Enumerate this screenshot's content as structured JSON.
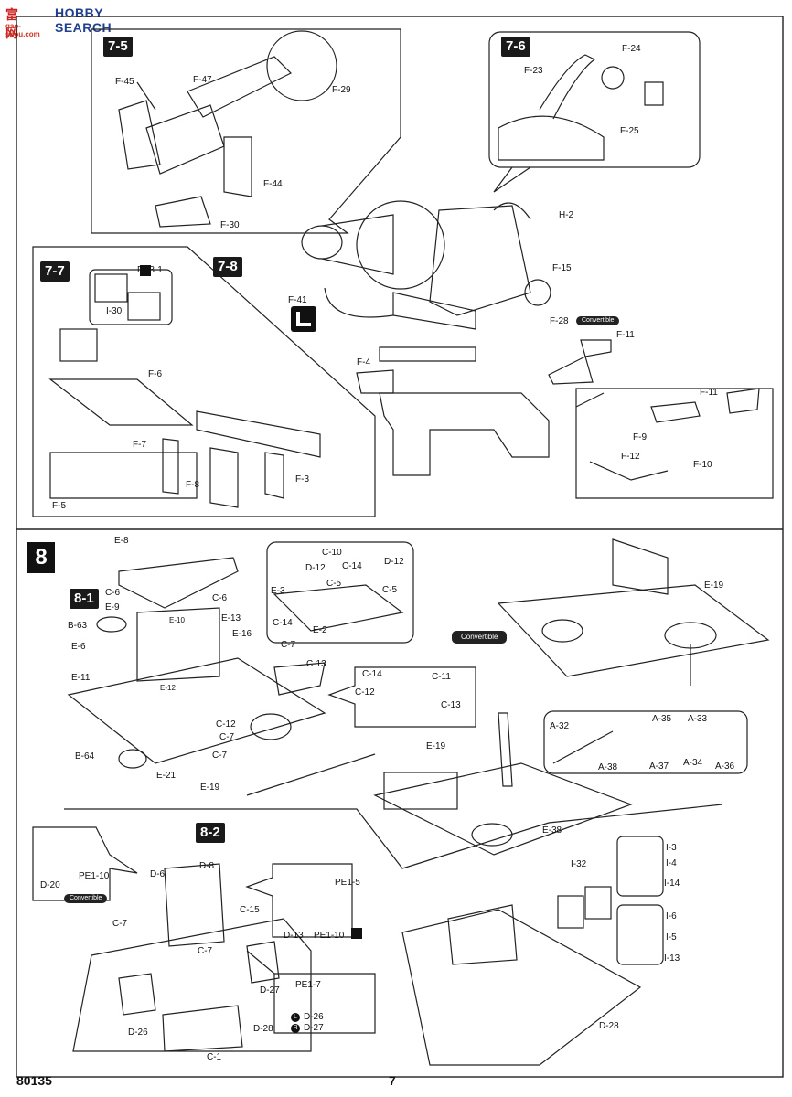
{
  "watermark": {
    "brand": "HOBBY SEARCH",
    "logo_cn": "富 网",
    "url": "gao-shou.com"
  },
  "footer": {
    "kit_number": "80135",
    "page_number": "7"
  },
  "steps": {
    "s7_5": "7-5",
    "s7_6": "7-6",
    "s7_7": "7-7",
    "s7_8": "7-8",
    "s8": "8",
    "s8_1": "8-1",
    "s8_2": "8-2"
  },
  "convertible": "Convertible",
  "parts": {
    "f45": "F-45",
    "f47": "F-47",
    "f29": "F-29",
    "f44": "F-44",
    "f30": "F-30",
    "f24": "F-24",
    "f23": "F-23",
    "f25": "F-25",
    "h2": "H-2",
    "f15": "F-15",
    "f41": "F-41",
    "f28": "F-28",
    "f11": "F-11",
    "f4": "F-4",
    "pe3_1": "PE3-1",
    "i30": "I-30",
    "f6": "F-6",
    "f7": "F-7",
    "f8": "F-8",
    "f3": "F-3",
    "f5": "F-5",
    "f11b": "F-11",
    "f9": "F-9",
    "f12": "F-12",
    "f10": "F-10",
    "e8": "E-8",
    "c6a": "C-6",
    "e9": "E-9",
    "c6b": "C-6",
    "e10": "E-10",
    "e13": "E-13",
    "b63": "B-63",
    "e6": "E-6",
    "e16": "E-16",
    "c7a": "C-7",
    "e11": "E-11",
    "e12": "E-12",
    "c13": "C-13",
    "c12a": "C-12",
    "c7b": "C-7",
    "c7c": "C-7",
    "b64": "B-64",
    "e21": "E-21",
    "e19a": "E-19",
    "c10": "C-10",
    "d12a": "D-12",
    "c14a": "C-14",
    "d12b": "D-12",
    "e3": "E-3",
    "c5a": "C-5",
    "c5b": "C-5",
    "c14b": "C-14",
    "e2": "E-2",
    "c14c": "C-14",
    "c11": "C-11",
    "c12b": "C-12",
    "c13b": "C-13",
    "e19b": "E-19",
    "a32": "A-32",
    "a35": "A-35",
    "a33": "A-33",
    "a38": "A-38",
    "a37": "A-37",
    "a34": "A-34",
    "a36": "A-36",
    "e19c": "E-19",
    "e38": "E-38",
    "d20": "D-20",
    "pe1_10a": "PE1-10",
    "d6": "D-6",
    "d8": "D-8",
    "pe1_5": "PE1-5",
    "c15": "C-15",
    "d13": "D-13",
    "pe1_10b": "PE1-10",
    "c7d": "C-7",
    "c7e": "C-7",
    "d27a": "D-27",
    "pe1_7": "PE1-7",
    "d26a": "D-26",
    "d27b": "D-27",
    "d26b": "D-26",
    "d28a": "D-28",
    "c1": "C-1",
    "i32": "I-32",
    "i3": "I-3",
    "i4": "I-4",
    "i14": "I-14",
    "i6": "I-6",
    "i5": "I-5",
    "i13": "I-13",
    "d28b": "D-28"
  },
  "icons": {
    "left_marker": "L",
    "right_marker": "R"
  }
}
